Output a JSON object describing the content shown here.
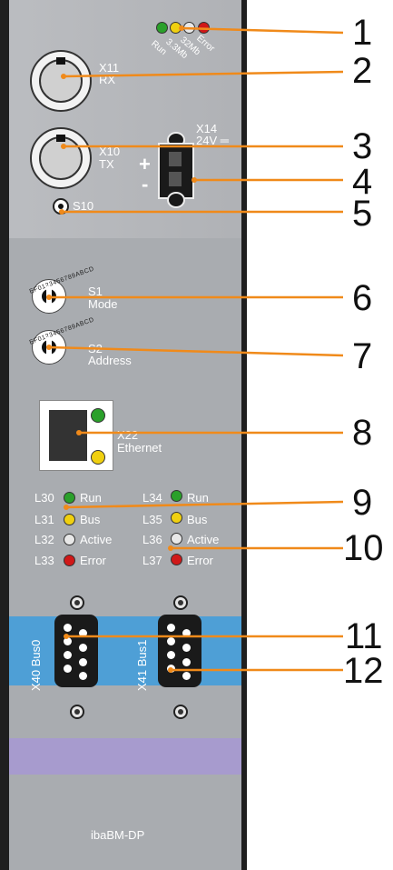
{
  "device": {
    "model": "ibaBM-DP",
    "top_leds": {
      "labels": [
        "Run",
        "3.3Mb",
        "32Mb",
        "Error"
      ],
      "colors": [
        "#2aa02a",
        "#f0d010",
        "#e8e8e8",
        "#d01818"
      ]
    },
    "x11": {
      "name": "X11",
      "sub": "RX"
    },
    "x10": {
      "name": "X10",
      "sub": "TX"
    },
    "x14": {
      "name": "X14",
      "voltage": "24V ═",
      "plus": "+",
      "minus": "-"
    },
    "s10": "S10",
    "s1": {
      "name": "S1",
      "sub": "Mode",
      "digits": "EF0123456789ABCD"
    },
    "s2": {
      "name": "S2",
      "sub": "Address",
      "digits": "EF0123456789ABCD"
    },
    "x22": {
      "name": "X22",
      "sub": "Ethernet",
      "led_colors": [
        "#2aa02a",
        "#f0d010"
      ]
    },
    "status_leds": {
      "left": [
        {
          "id": "L30",
          "label": "Run",
          "color": "#2aa02a"
        },
        {
          "id": "L31",
          "label": "Bus",
          "color": "#f0d010"
        },
        {
          "id": "L32",
          "label": "Active",
          "color": "#e8e8e8"
        },
        {
          "id": "L33",
          "label": "Error",
          "color": "#d01818"
        }
      ],
      "right": [
        {
          "id": "L34",
          "label": "Run",
          "color": "#2aa02a"
        },
        {
          "id": "L35",
          "label": "Bus",
          "color": "#f0d010"
        },
        {
          "id": "L36",
          "label": "Active",
          "color": "#e8e8e8"
        },
        {
          "id": "L37",
          "label": "Error",
          "color": "#d01818"
        }
      ]
    },
    "x40": "X40 Bus0",
    "x41": "X41 Bus1"
  },
  "callouts": [
    "1",
    "2",
    "3",
    "4",
    "5",
    "6",
    "7",
    "8",
    "9",
    "10",
    "11",
    "12"
  ]
}
